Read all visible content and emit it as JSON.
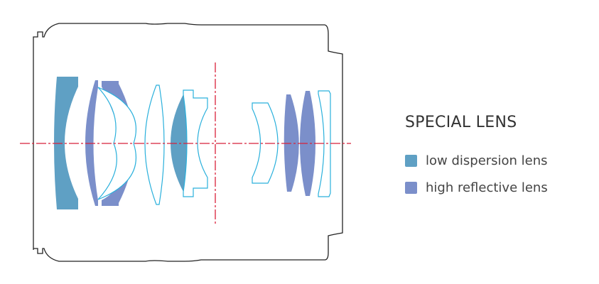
{
  "legend": {
    "title": "SPECIAL LENS",
    "items": [
      {
        "label": "low dispersion lens",
        "color": "#5fa0c4"
      },
      {
        "label": "high reflective lens",
        "color": "#7b8fca"
      }
    ]
  },
  "colors": {
    "outline": "#2ab0dc",
    "axis": "#d8203a",
    "housing": "#222222"
  }
}
